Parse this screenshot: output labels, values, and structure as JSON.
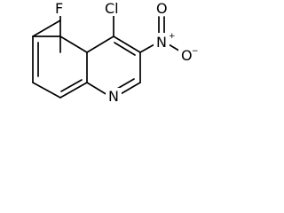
{
  "molecule": {
    "atoms": {
      "f": "F",
      "cl": "Cl",
      "n_ring": "N",
      "n_nitro": "N",
      "o_top": "O",
      "o_right": "O"
    },
    "charges": {
      "n_nitro": "+",
      "o_right": "−"
    },
    "colors": {
      "bond": "#000000",
      "text": "#000000",
      "background": "#ffffff"
    }
  }
}
